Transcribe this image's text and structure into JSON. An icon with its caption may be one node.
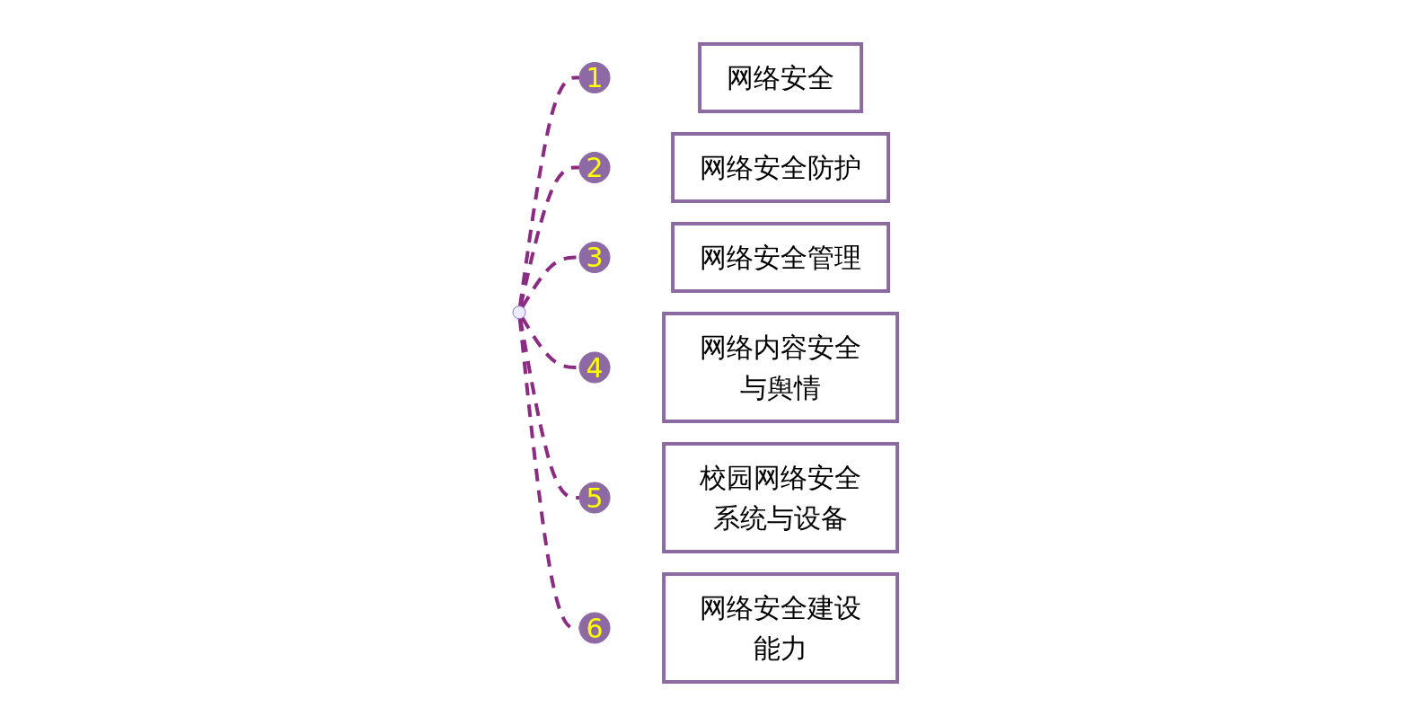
{
  "diagram": {
    "nodes": [
      {
        "text": [
          "网络安全"
        ]
      },
      {
        "text": [
          "1"
        ]
      },
      {
        "text": [
          "2"
        ]
      },
      {
        "text": [
          "网络安全防护"
        ]
      },
      {
        "text": [
          "网络安全建设能力"
        ]
      },
      {
        "text": [
          "6"
        ]
      },
      {
        "text": [],
        "shape": "circle"
      },
      {
        "text": [
          "3"
        ]
      },
      {
        "text": [
          "网络安全管理"
        ]
      },
      {
        "text": [
          "5"
        ]
      },
      {
        "text": [
          "4"
        ]
      },
      {
        "text": [
          "校园网络安全系统与设备"
        ]
      },
      {
        "text": [
          "网络内容安全与舆情"
        ]
      }
    ],
    "edges": [
      {
        "from": 6,
        "to": 1,
        "arrow": "none",
        "style": "dashed"
      },
      {
        "from": 6,
        "to": 2,
        "arrow": "none",
        "style": "dashed"
      },
      {
        "from": 6,
        "to": 7,
        "arrow": "none",
        "style": "dashed"
      },
      {
        "from": 6,
        "to": 10,
        "arrow": "none",
        "style": "dashed"
      },
      {
        "from": 6,
        "to": 9,
        "arrow": "none",
        "style": "dashed"
      },
      {
        "from": 6,
        "to": 5,
        "arrow": "none",
        "style": "dashed"
      }
    ]
  }
}
